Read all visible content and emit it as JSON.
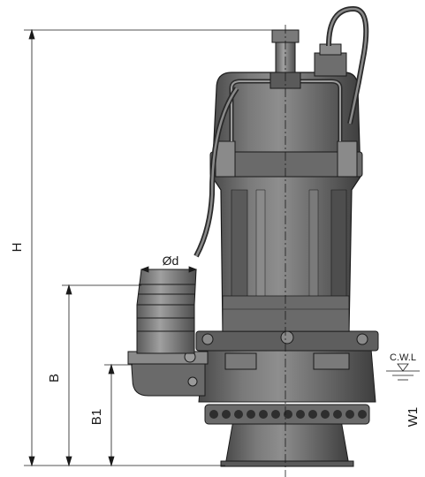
{
  "diagram": {
    "labels": {
      "height": "H",
      "discharge_diameter": "Ød",
      "discharge_height": "B",
      "inlet_height": "B1",
      "water_level": "C.W.L",
      "width_w1": "W1"
    },
    "colors": {
      "line": "#1a1a1a",
      "body_dark": "#4a4a4a",
      "body_mid": "#6e6e6e",
      "body_light": "#9a9a9a",
      "highlight": "#bdbdbd"
    }
  }
}
